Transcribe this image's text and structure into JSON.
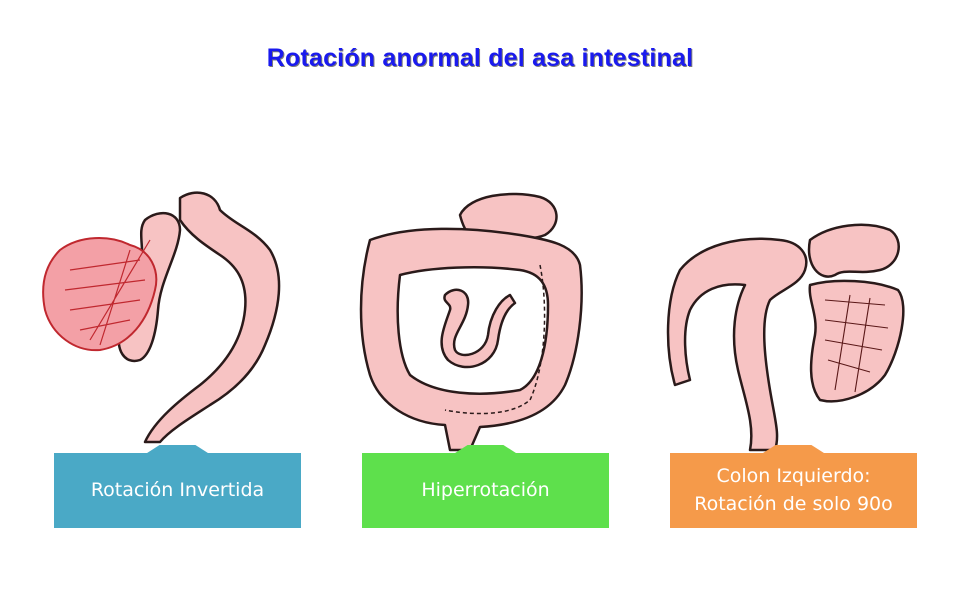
{
  "title": "Rotación anormal del asa intestinal",
  "panels": [
    {
      "label": "Rotación Invertida",
      "color": "#4aa9c6"
    },
    {
      "label": "Hiperrotación",
      "color": "#5ee04c"
    },
    {
      "label": "Colon Izquierdo:\nRotación de solo 90o",
      "color": "#f59a4a"
    }
  ],
  "colors": {
    "intestine_fill": "#f7c3c3",
    "intestine_outline": "#2a1a1a",
    "mesentery": "#c0282f",
    "title": "#1a1aee"
  }
}
